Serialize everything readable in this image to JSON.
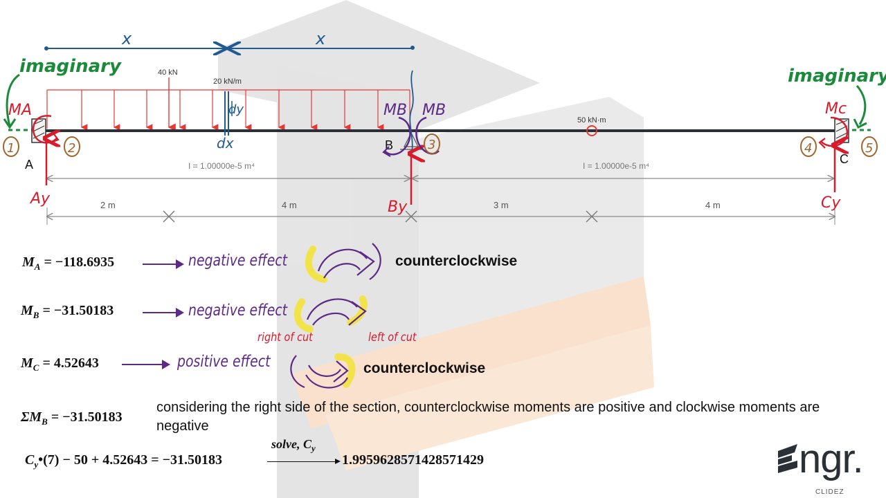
{
  "diagram": {
    "top_dimension_labels": [
      "x",
      "x"
    ],
    "load_label_point": "40 kN",
    "load_label_distributed": "20 kN/m",
    "dy_label": "dy",
    "dx_label": "dx",
    "moment_label_applied": "50 kN·m",
    "support_labels": {
      "a": "A",
      "b": "B",
      "c": "C"
    },
    "inertia_left": "I = 1.00000e-5 m⁴",
    "inertia_right": "I = 1.00000e-5 m⁴",
    "span_labels": [
      "2 m",
      "4 m",
      "3 m",
      "4 m"
    ],
    "hand_labels": {
      "imaginary_left": "imaginary",
      "imaginary_right": "imaginary",
      "ma": "MA",
      "mb_left": "MB",
      "mb_right": "MB",
      "mc": "Mc",
      "ay": "Ay",
      "by": "By",
      "cy": "Cy",
      "cut_numbers": [
        "1",
        "2",
        "3",
        "4",
        "5"
      ]
    },
    "colors": {
      "load": "#e53935",
      "beam": "#2b2f36",
      "dimension": "#8a8a8a",
      "x_dimension": "#1f5a92",
      "hand_red": "#d81b2b",
      "hand_green": "#1b8a3a",
      "hand_purple": "#5b2a86",
      "hand_orange": "#a0652a",
      "highlight_yellow": "#f2e34a"
    }
  },
  "equations": {
    "ma": {
      "symbol": "M",
      "sub": "A",
      "value": "= −118.6935"
    },
    "mb": {
      "symbol": "M",
      "sub": "B",
      "value": "= −31.50183"
    },
    "mc": {
      "symbol": "M",
      "sub": "C",
      "value": "= 4.52643"
    },
    "sum_mb": {
      "symbol": "ΣM",
      "sub": "B",
      "value": "= −31.50183"
    },
    "cy_eq": {
      "symbol": "C",
      "sub": "y",
      "rest": "•(7) − 50 + 4.52643 = −31.50183",
      "solve_label": "solve, C",
      "solve_sub": "y",
      "result": "1.9959628571428571429"
    }
  },
  "annotations": {
    "negative_effect_1": "negative effect",
    "negative_effect_2": "negative effect",
    "positive_effect": "positive effect",
    "counterclockwise_1": "counterclockwise",
    "counterclockwise_2": "counterclockwise",
    "right_of_cut": "right of cut",
    "left_of_cut": "left of cut",
    "sign_convention_note": "considering the right side of the section, counterclockwise moments are positive and clockwise moments are negative"
  },
  "logo": {
    "text": "ngr.",
    "sub": "CLIDEZ"
  }
}
